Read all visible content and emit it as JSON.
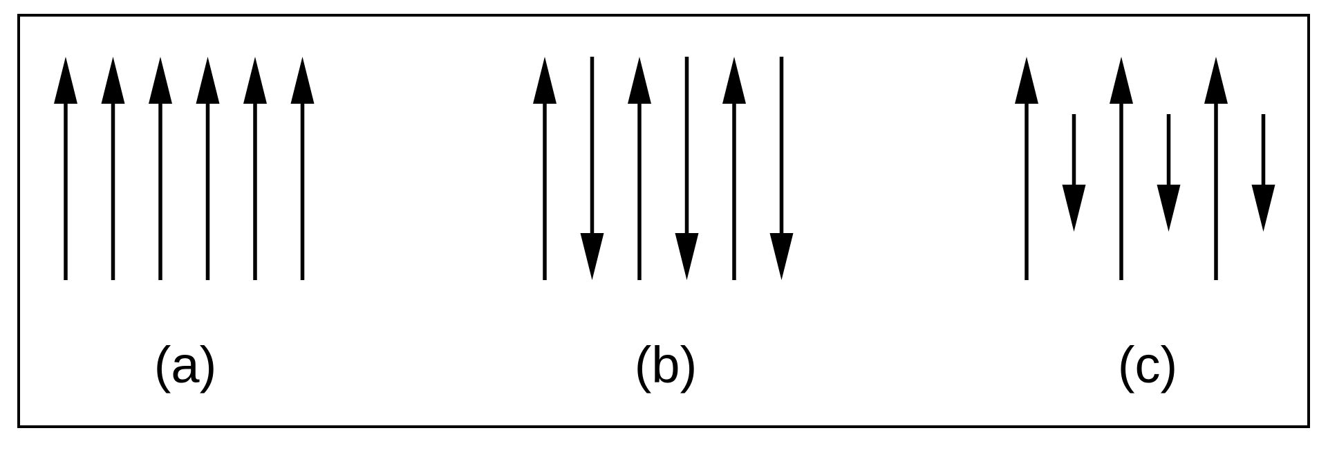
{
  "colors": {
    "background": "#ffffff",
    "ink": "#000000"
  },
  "panels": [
    {
      "id": "a",
      "label": "(a)",
      "spins": [
        {
          "direction": "up",
          "length": "full"
        },
        {
          "direction": "up",
          "length": "full"
        },
        {
          "direction": "up",
          "length": "full"
        },
        {
          "direction": "up",
          "length": "full"
        },
        {
          "direction": "up",
          "length": "full"
        },
        {
          "direction": "up",
          "length": "full"
        }
      ]
    },
    {
      "id": "b",
      "label": "(b)",
      "spins": [
        {
          "direction": "up",
          "length": "full"
        },
        {
          "direction": "down",
          "length": "full"
        },
        {
          "direction": "up",
          "length": "full"
        },
        {
          "direction": "down",
          "length": "full"
        },
        {
          "direction": "up",
          "length": "full"
        },
        {
          "direction": "down",
          "length": "full"
        }
      ]
    },
    {
      "id": "c",
      "label": "(c)",
      "spins": [
        {
          "direction": "up",
          "length": "full"
        },
        {
          "direction": "down",
          "length": "short"
        },
        {
          "direction": "up",
          "length": "full"
        },
        {
          "direction": "down",
          "length": "short"
        },
        {
          "direction": "up",
          "length": "full"
        },
        {
          "direction": "down",
          "length": "short"
        }
      ]
    }
  ]
}
